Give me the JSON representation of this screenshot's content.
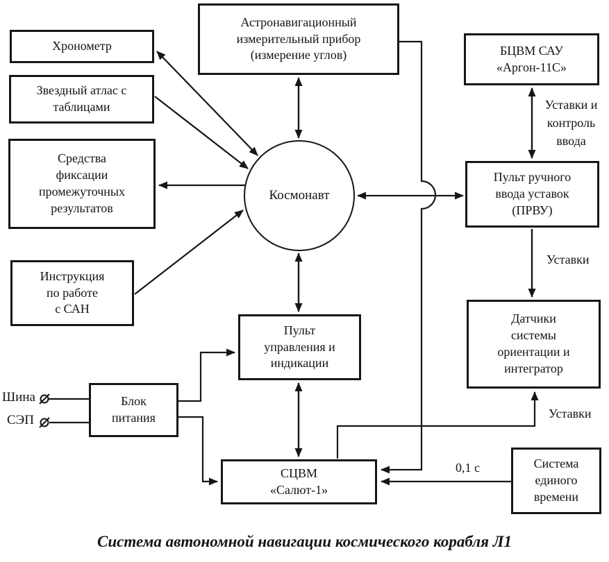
{
  "diagram": {
    "caption": "Система автономной навигации космического корабля Л1",
    "nodes": {
      "chronometer": "Хронометр",
      "star_atlas": "Звездный атлас с\nтаблицами",
      "fixation_means": "Средства\nфиксации\nпромежуточных\nрезультатов",
      "instruction": "Инструкция\nпо работе\nс САН",
      "astronav_device": "Астронавигационный\nизмерительный прибор\n(измерение углов)",
      "cosmonaut": "Космонавт",
      "bcvm": "БЦВМ САУ\n«Аргон-11С»",
      "prvu": "Пульт ручного\nввода уставок\n(ПРВУ)",
      "orientation_sensors": "Датчики\nсистемы\nориентации и\nинтегратор",
      "control_panel": "Пульт\nуправления и\nиндикации",
      "power_unit": "Блок\nпитания",
      "scvm": "СЦВМ\n«Салют-1»",
      "time_system": "Система\nединого\nвремени"
    },
    "edge_labels": {
      "ustavki_control": "Уставки и\nконтроль\nввода",
      "ustavki_prvu": "Уставки",
      "ustavki_scvm": "Уставки",
      "time_rate": "0,1 с"
    },
    "terminals": {
      "bus": "Шина",
      "sep": "СЭП"
    },
    "colors": {
      "line": "#161616",
      "background": "#ffffff"
    }
  }
}
